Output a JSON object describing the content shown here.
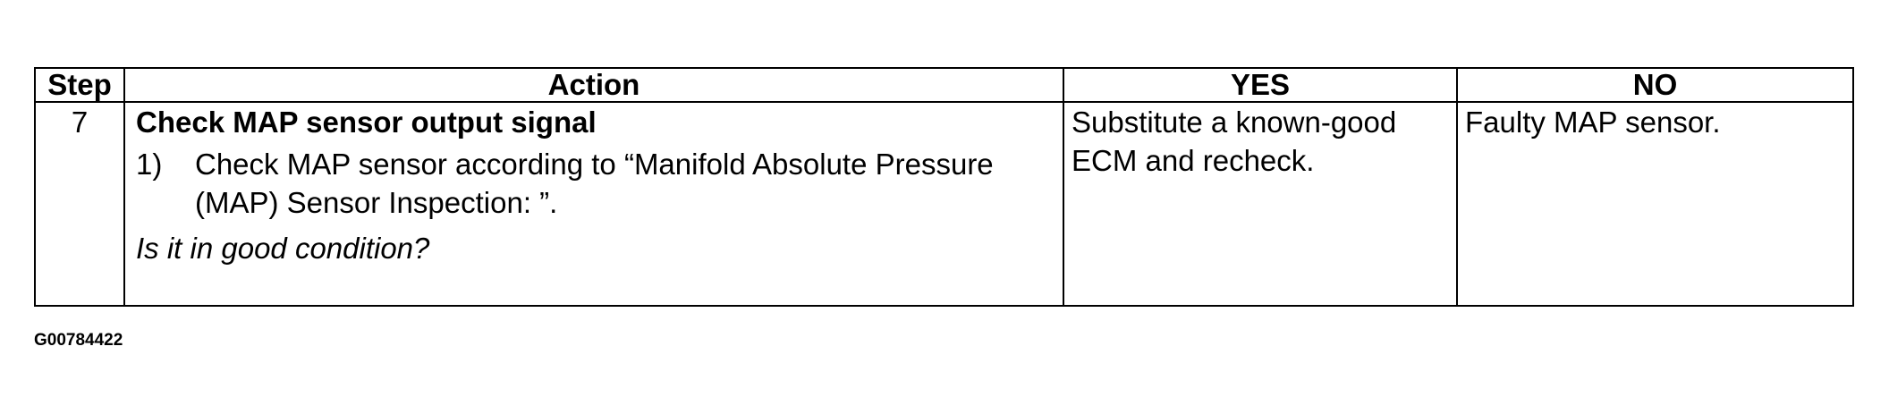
{
  "table": {
    "headers": {
      "step": "Step",
      "action": "Action",
      "yes": "YES",
      "no": "NO"
    },
    "row": {
      "step": "7",
      "action_heading": "Check MAP sensor output signal",
      "action_item_number": "1)",
      "action_item_text": "Check MAP sensor according to “Manifold Absolute Pressure (MAP) Sensor Inspection: ”.",
      "action_question": "Is it in good condition?",
      "yes": "Substitute a known-good ECM and recheck.",
      "no": "Faulty MAP sensor."
    }
  },
  "reference_code": "G00784422"
}
